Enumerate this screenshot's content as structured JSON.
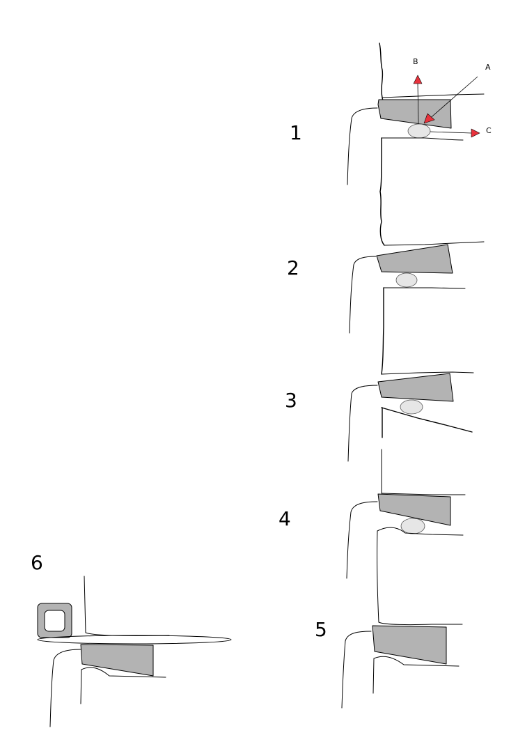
{
  "stages": [
    {
      "label": "1"
    },
    {
      "label": "2"
    },
    {
      "label": "3"
    },
    {
      "label": "4"
    },
    {
      "label": "5"
    },
    {
      "label": "6"
    }
  ],
  "arrows": [
    {
      "label": "A"
    },
    {
      "label": "B"
    },
    {
      "label": "C"
    }
  ],
  "colors": {
    "wedge": "#b3b3b3",
    "disc": "#e6e6e6",
    "plate": "#ececec",
    "arrow": "#e8323c",
    "outline": "#000000"
  }
}
